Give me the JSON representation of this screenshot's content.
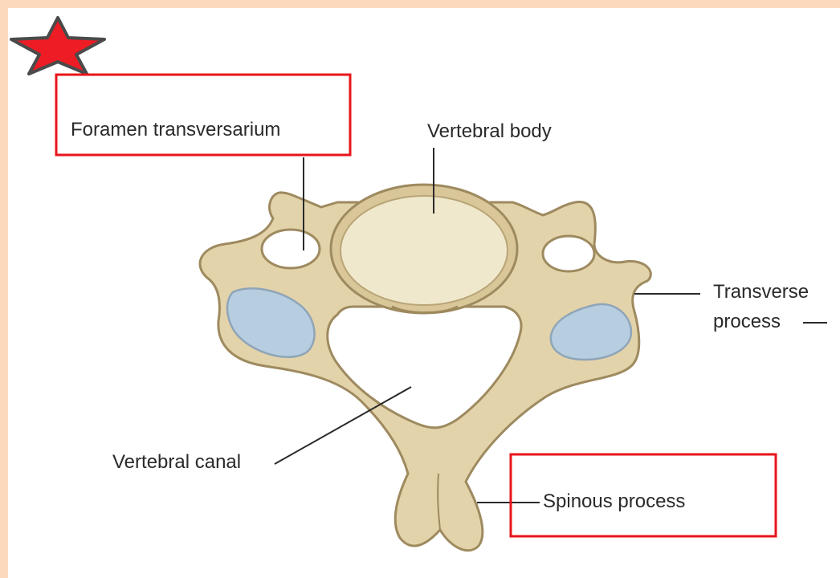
{
  "labels": {
    "foramen_transversarium": "Foramen transversarium",
    "vertebral_body": "Vertebral body",
    "transverse_process_line1": "Transverse",
    "transverse_process_line2": "process",
    "vertebral_canal": "Vertebral canal",
    "spinous_process": "Spinous process"
  },
  "highlighted_labels": [
    "Foramen transversarium",
    "Spinous process"
  ],
  "colors": {
    "page_border": "#fcd9bd",
    "bone_fill": "#e3d3aa",
    "bone_outline": "#9e8a5f",
    "body_fill": "#f0e8cc",
    "articular_facet": "#b7cde0",
    "highlight_box": "#e8141b",
    "star_fill": "#ee1c24",
    "star_outline": "#4a4a4a"
  },
  "icons": {
    "marker": "star-icon"
  }
}
